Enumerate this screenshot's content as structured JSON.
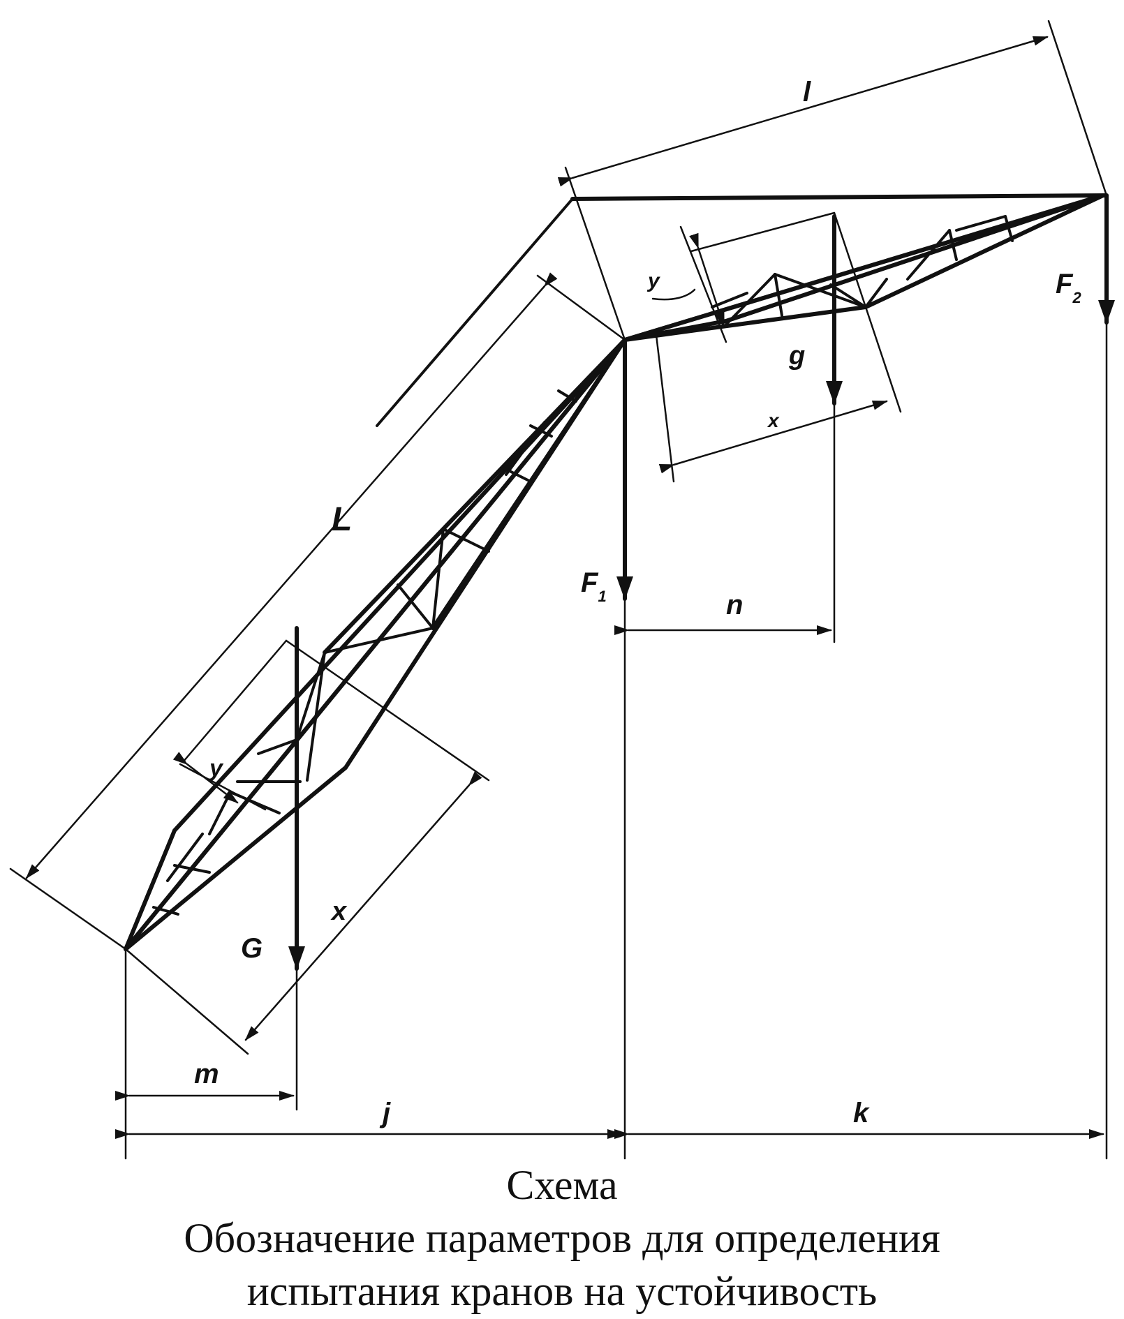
{
  "labels": {
    "l": "l",
    "L": "L",
    "y_jib": "y",
    "g": "g",
    "x_jib": "x",
    "F1": "F",
    "F1_sub": "1",
    "F2": "F",
    "F2_sub": "2",
    "n": "n",
    "y_boom": "y",
    "x_boom": "x",
    "G": "G",
    "m": "m",
    "j": "j",
    "k": "k"
  },
  "caption": {
    "line1": "Схема",
    "line2": "Обозначение параметров для определения",
    "line3": "испытания кранов на устойчивость"
  },
  "colors": {
    "ink": "#111111",
    "background": "#ffffff"
  }
}
